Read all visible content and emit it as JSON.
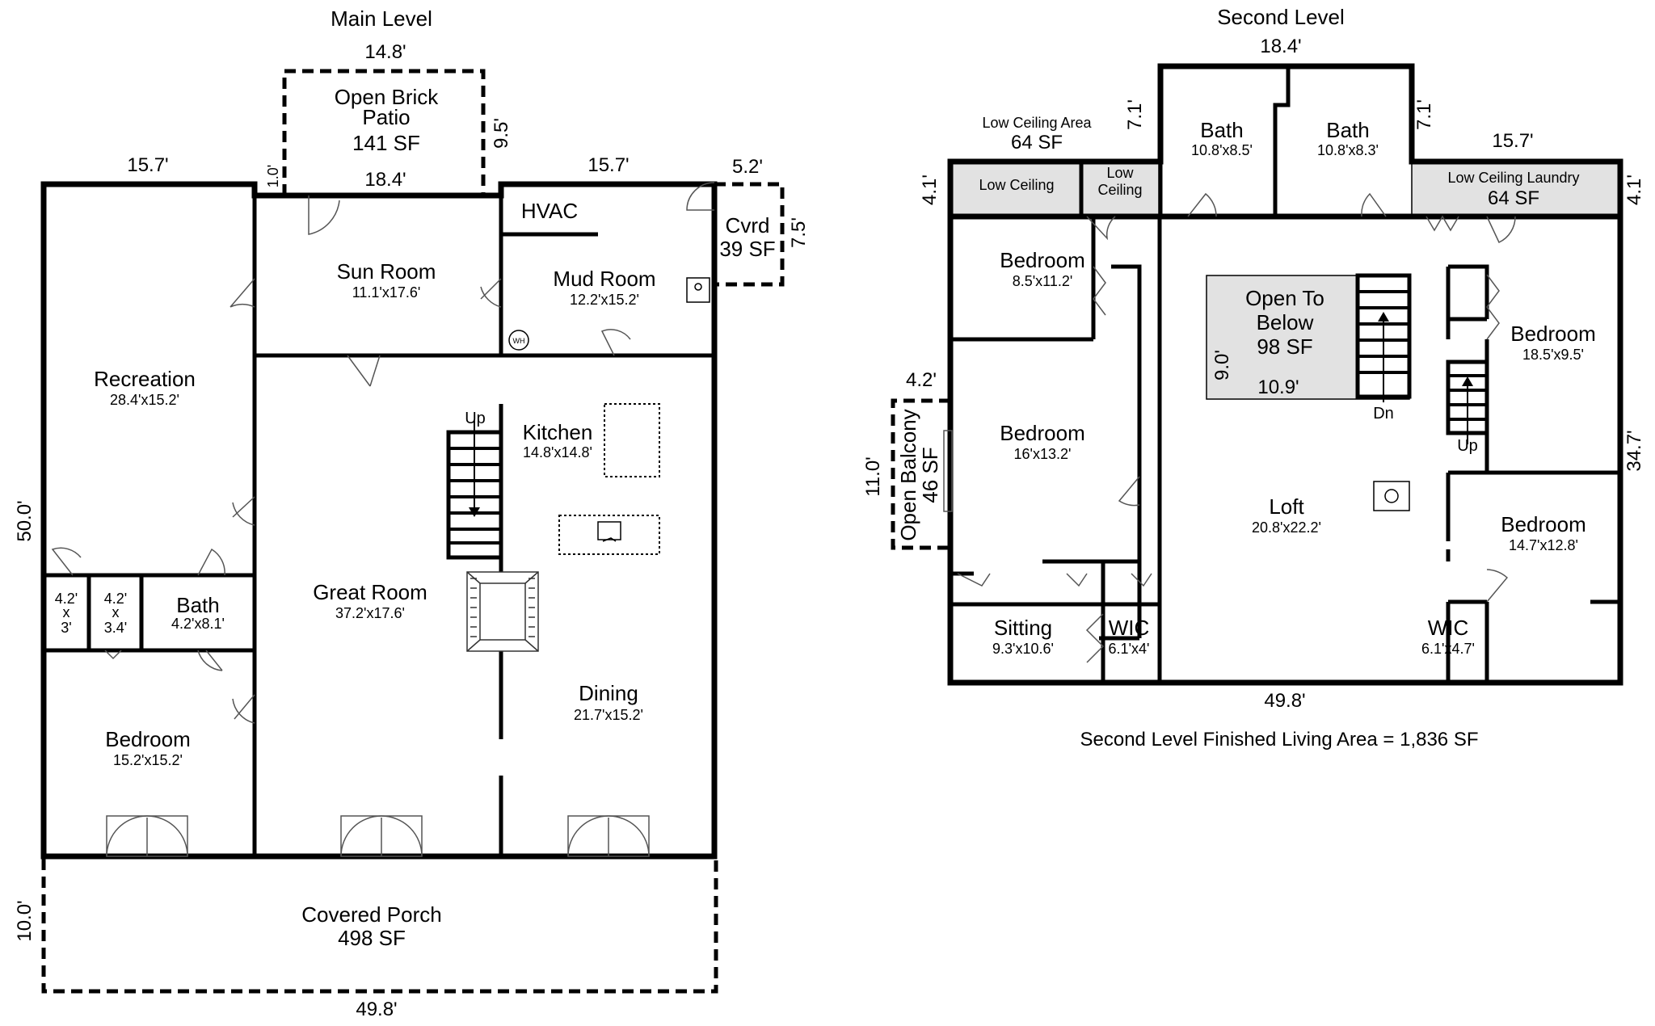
{
  "main": {
    "title": "Main Level",
    "dims": {
      "top_patio": "14.8'",
      "top_left": "15.7'",
      "sunroom_gap": "1.0'",
      "sunroom_width": "18.4'",
      "top_mid": "15.7'",
      "cvrd_top": "5.2'",
      "patio_depth": "9.5'",
      "cvrd_depth": "7.5'",
      "left_height": "50.0'",
      "porch_depth": "10.0'",
      "bottom": "49.8'"
    },
    "rooms": {
      "patio_name": "Open Brick",
      "patio_name2": "Patio",
      "patio_area": "141 SF",
      "hvac": "HVAC",
      "cvrd_name": "Cvrd",
      "cvrd_area": "39 SF",
      "sun_name": "Sun Room",
      "sun_dim": "11.1'x17.6'",
      "mud_name": "Mud Room",
      "mud_dim": "12.2'x15.2'",
      "wh": "WH",
      "rec_name": "Recreation",
      "rec_dim": "28.4'x15.2'",
      "kitchen_name": "Kitchen",
      "kitchen_dim": "14.8'x14.8'",
      "up": "Up",
      "great_name": "Great Room",
      "great_dim": "37.2'x17.6'",
      "closet1_a": "4.2'",
      "closet1_b": "x",
      "closet1_c": "3'",
      "closet2_a": "4.2'",
      "closet2_b": "x",
      "closet2_c": "3.4'",
      "bath_name": "Bath",
      "bath_dim": "4.2'x8.1'",
      "dining_name": "Dining",
      "dining_dim": "21.7'x15.2'",
      "bed_name": "Bedroom",
      "bed_dim": "15.2'x15.2'",
      "porch_name": "Covered Porch",
      "porch_area": "498 SF"
    }
  },
  "second": {
    "title": "Second Level",
    "summary": "Second Level Finished Living Area = 1,836 SF",
    "dims": {
      "top": "18.4'",
      "left_bath_h": "7.1'",
      "right_bath_h": "7.1'",
      "right_top": "15.7'",
      "left_low_h": "4.1'",
      "right_low_h": "4.1'",
      "balcony_top": "4.2'",
      "balcony_h": "11.0'",
      "right_h": "34.7'",
      "bottom": "49.8'",
      "otb_h": "9.0'",
      "otb_w": "10.9'"
    },
    "rooms": {
      "low_area_label": "Low Ceiling Area",
      "low_area_sf": "64 SF",
      "low_ceiling": "Low Ceiling",
      "low_ceiling2a": "Low",
      "low_ceiling2b": "Ceiling",
      "bath1_name": "Bath",
      "bath1_dim": "10.8'x8.5'",
      "bath2_name": "Bath",
      "bath2_dim": "10.8'x8.3'",
      "laundry_name": "Low Ceiling Laundry",
      "laundry_sf": "64 SF",
      "bed1_name": "Bedroom",
      "bed1_dim": "8.5'x11.2'",
      "otb_a": "Open To",
      "otb_b": "Below",
      "otb_sf": "98 SF",
      "dn": "Dn",
      "bed2_name": "Bedroom",
      "bed2_dim": "18.5'x9.5'",
      "up": "Up",
      "bed3_name": "Bedroom",
      "bed3_dim": "16'x13.2'",
      "balcony_name": "Open Balcony",
      "balcony_sf": "46 SF",
      "loft_name": "Loft",
      "loft_dim": "20.8'x22.2'",
      "bed4_name": "Bedroom",
      "bed4_dim": "14.7'x12.8'",
      "sitting_name": "Sitting",
      "sitting_dim": "9.3'x10.6'",
      "wic1_name": "WIC",
      "wic1_dim": "6.1'x4'",
      "wic2_name": "WIC",
      "wic2_dim": "6.1'x4.7'"
    }
  }
}
